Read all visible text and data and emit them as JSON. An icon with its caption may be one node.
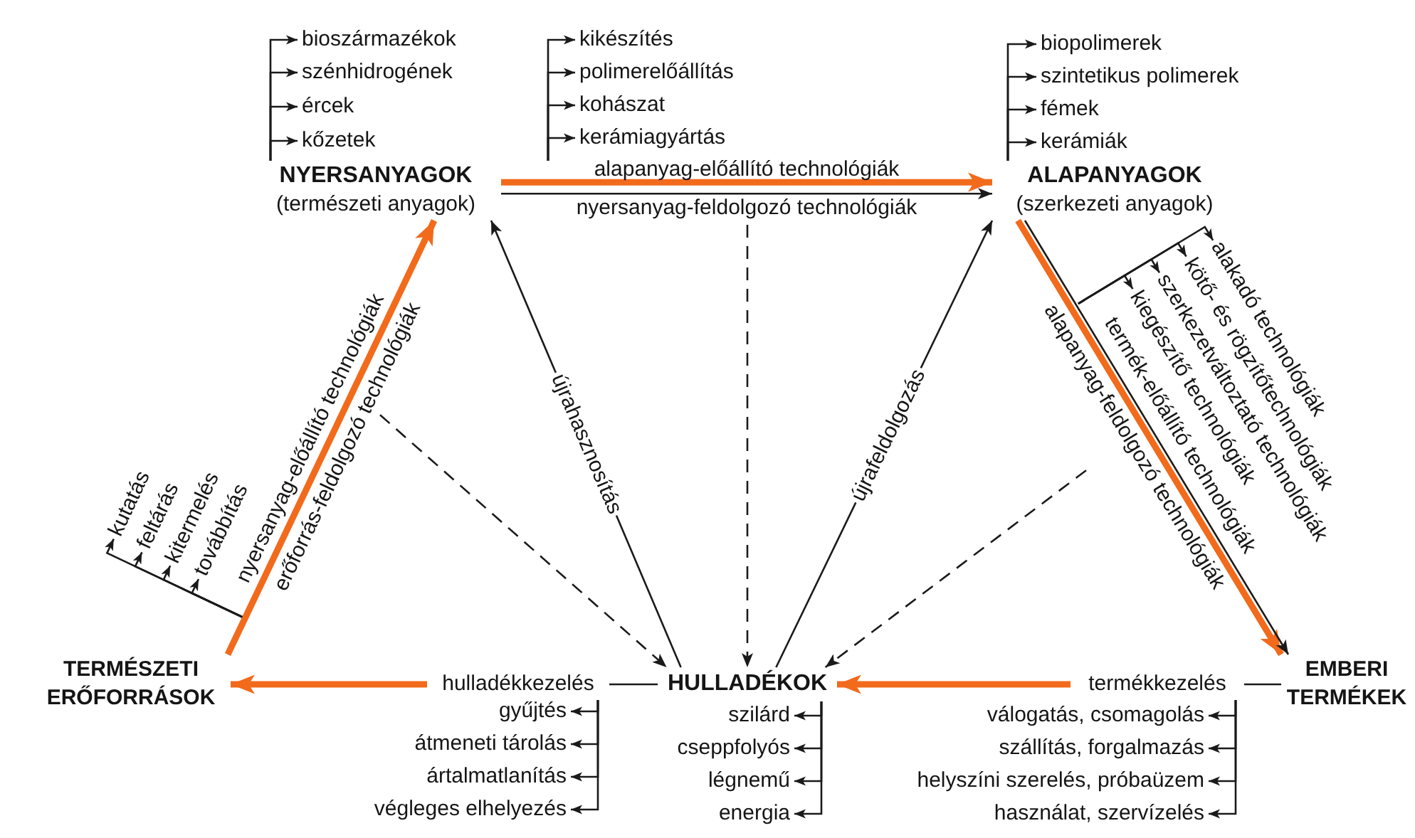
{
  "diagram": {
    "nodes": [
      {
        "text": [
          "NYERSANYAGOK",
          "(természeti anyagok)"
        ]
      },
      {
        "text": [
          "ALAPANYAGOK",
          "(szerkezeti anyagok)"
        ]
      },
      {
        "text": [
          "TERMÉSZETI ERŐFORRÁSOK"
        ]
      },
      {
        "text": [
          "HULLADÉKOK"
        ]
      },
      {
        "text": [
          "EMBERI TERMÉKEK"
        ]
      },
      {
        "text": [
          "hulladékkezelés"
        ]
      },
      {
        "text": [
          "termékkezelés"
        ]
      },
      {
        "text": [
          "bioszármazékok"
        ]
      },
      {
        "text": [
          "szénhidrogének"
        ]
      },
      {
        "text": [
          "ércek"
        ]
      },
      {
        "text": [
          "kőzetek"
        ]
      },
      {
        "text": [
          "kikészítés"
        ]
      },
      {
        "text": [
          "polimerelőállítás"
        ]
      },
      {
        "text": [
          "kohászat"
        ]
      },
      {
        "text": [
          "kerámiagyártás"
        ]
      },
      {
        "text": [
          "biopolimerek"
        ]
      },
      {
        "text": [
          "szintetikus polimerek"
        ]
      },
      {
        "text": [
          "fémek"
        ]
      },
      {
        "text": [
          "kerámiák"
        ]
      },
      {
        "text": [
          "alakadó technológiák"
        ]
      },
      {
        "text": [
          "kötő- és rögzítőtechnológiák"
        ]
      },
      {
        "text": [
          "szerkezetváltoztató technológiák"
        ]
      },
      {
        "text": [
          "kiegészítő technológiák"
        ]
      },
      {
        "text": [
          "kutatás"
        ]
      },
      {
        "text": [
          "feltárás"
        ]
      },
      {
        "text": [
          "kitermelés"
        ]
      },
      {
        "text": [
          "továbbítás"
        ]
      },
      {
        "text": [
          "gyűjtés"
        ]
      },
      {
        "text": [
          "átmeneti tárolás"
        ]
      },
      {
        "text": [
          "ártalmatlanítás"
        ]
      },
      {
        "text": [
          "végleges elhelyezés"
        ]
      },
      {
        "text": [
          "szilárd"
        ]
      },
      {
        "text": [
          "cseppfolyós"
        ]
      },
      {
        "text": [
          "légnemű"
        ]
      },
      {
        "text": [
          "energia"
        ]
      },
      {
        "text": [
          "válogatás, csomagolás"
        ]
      },
      {
        "text": [
          "szállítás, forgalmazás"
        ]
      },
      {
        "text": [
          "helyszíni szerelés, próbaüzem"
        ]
      },
      {
        "text": [
          "használat, szervízelés"
        ]
      },
      {
        "text": [
          "erőforrás-feldolgozó technológiák"
        ]
      }
    ],
    "edges": [
      {
        "from": 0,
        "to": 1,
        "arrow": "to",
        "label": "alapanyag-előállító technológiák",
        "style": "thick",
        "color": "#f26a1b"
      },
      {
        "from": 0,
        "to": 1,
        "arrow": "to",
        "label": "nyersanyag-feldolgozó technológiák"
      },
      {
        "from": 1,
        "to": 4,
        "arrow": "to",
        "label": "alapanyag-feldolgozó technológiák",
        "style": "thick",
        "color": "#f26a1b"
      },
      {
        "from": 1,
        "to": 4,
        "arrow": "to",
        "label": "termék-előállító technológiák"
      },
      {
        "from": 2,
        "to": 0,
        "arrow": "to",
        "label": "nyersanyag-előállító technológiák",
        "style": "thick",
        "color": "#f26a1b"
      },
      {
        "from": 3,
        "to": 0,
        "arrow": "to",
        "label": "újrahasznosítás"
      },
      {
        "from": 3,
        "to": 1,
        "arrow": "to",
        "label": "újrafeldolgozás"
      },
      {
        "from": 39,
        "to": 3,
        "arrow": "to",
        "style": "dashed"
      },
      {
        "from": null,
        "to": 3,
        "arrow": "to",
        "style": "dashed"
      },
      {
        "from": null,
        "to": 3,
        "arrow": "to",
        "style": "dashed"
      },
      {
        "from": 3,
        "to": 5,
        "arrow": "none"
      },
      {
        "from": 5,
        "to": 2,
        "arrow": "to",
        "style": "thick",
        "color": "#f26a1b"
      },
      {
        "from": 4,
        "to": 6,
        "arrow": "none"
      },
      {
        "from": 6,
        "to": 3,
        "arrow": "to",
        "style": "thick",
        "color": "#f26a1b"
      },
      {
        "from": 0,
        "to": 7,
        "arrow": "to"
      },
      {
        "from": 0,
        "to": 8,
        "arrow": "to"
      },
      {
        "from": 0,
        "to": 9,
        "arrow": "to"
      },
      {
        "from": 0,
        "to": 10,
        "arrow": "to"
      },
      {
        "from": null,
        "to": 11,
        "arrow": "to"
      },
      {
        "from": null,
        "to": 12,
        "arrow": "to"
      },
      {
        "from": null,
        "to": 13,
        "arrow": "to"
      },
      {
        "from": null,
        "to": 14,
        "arrow": "to"
      },
      {
        "from": 1,
        "to": 15,
        "arrow": "to"
      },
      {
        "from": 1,
        "to": 16,
        "arrow": "to"
      },
      {
        "from": 1,
        "to": 17,
        "arrow": "to"
      },
      {
        "from": 1,
        "to": 18,
        "arrow": "to"
      },
      {
        "from": null,
        "to": 19,
        "arrow": "to"
      },
      {
        "from": null,
        "to": 20,
        "arrow": "to"
      },
      {
        "from": null,
        "to": 21,
        "arrow": "to"
      },
      {
        "from": null,
        "to": 22,
        "arrow": "to"
      },
      {
        "from": null,
        "to": 23,
        "arrow": "to"
      },
      {
        "from": null,
        "to": 24,
        "arrow": "to"
      },
      {
        "from": null,
        "to": 25,
        "arrow": "to"
      },
      {
        "from": null,
        "to": 26,
        "arrow": "to"
      },
      {
        "from": 5,
        "to": 27,
        "arrow": "to"
      },
      {
        "from": 5,
        "to": 28,
        "arrow": "to"
      },
      {
        "from": 5,
        "to": 29,
        "arrow": "to"
      },
      {
        "from": 5,
        "to": 30,
        "arrow": "to"
      },
      {
        "from": 3,
        "to": 31,
        "arrow": "to"
      },
      {
        "from": 3,
        "to": 32,
        "arrow": "to"
      },
      {
        "from": 3,
        "to": 33,
        "arrow": "to"
      },
      {
        "from": 3,
        "to": 34,
        "arrow": "to"
      },
      {
        "from": 6,
        "to": 35,
        "arrow": "to"
      },
      {
        "from": 6,
        "to": 36,
        "arrow": "to"
      },
      {
        "from": 6,
        "to": 37,
        "arrow": "to"
      },
      {
        "from": 6,
        "to": 38,
        "arrow": "to"
      }
    ]
  }
}
